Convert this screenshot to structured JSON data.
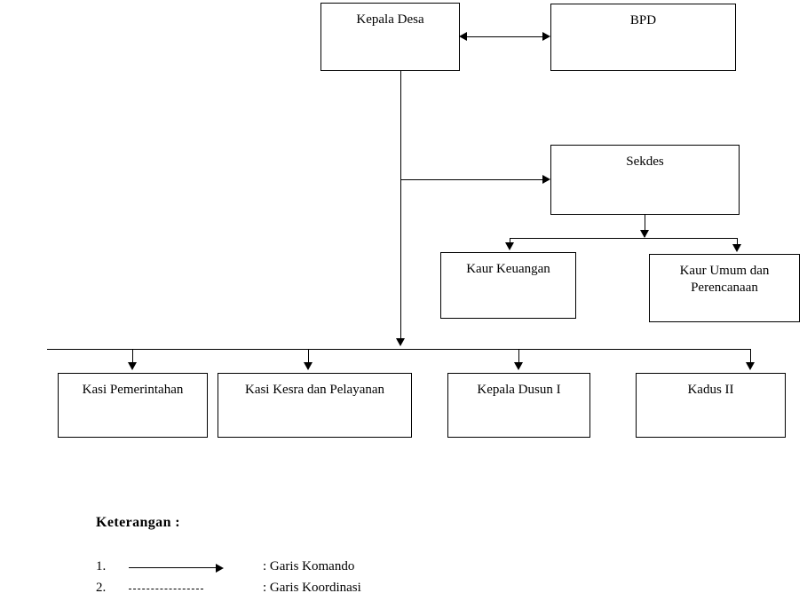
{
  "diagram": {
    "title_text": "",
    "nodes": [
      {
        "id": "kepala-desa",
        "label": "Kepala Desa"
      },
      {
        "id": "bpd",
        "label": "BPD"
      },
      {
        "id": "sekdes",
        "label": "Sekdes"
      },
      {
        "id": "kaur-keuangan",
        "label": "Kaur Keuangan"
      },
      {
        "id": "kaur-umum",
        "label": "Kaur Umum dan Perencanaan"
      },
      {
        "id": "kasi-pemerintahan",
        "label": "Kasi Pemerintahan"
      },
      {
        "id": "kasi-kesra",
        "label": "Kasi Kesra dan Pelayanan"
      },
      {
        "id": "kepala-dusun-1",
        "label": "Kepala Dusun I"
      },
      {
        "id": "kadus-2",
        "label": "Kadus II"
      }
    ],
    "line_color": "#000000",
    "box_border_color": "#000000",
    "background_color": "#ffffff"
  },
  "legend": {
    "heading": "Keterangan :",
    "items": [
      {
        "number": "1.",
        "symbol": "solid-arrow-line",
        "text": ": Garis Komando"
      },
      {
        "number": "2.",
        "symbol": "dashed-line",
        "text": ": Garis Koordinasi"
      }
    ]
  }
}
